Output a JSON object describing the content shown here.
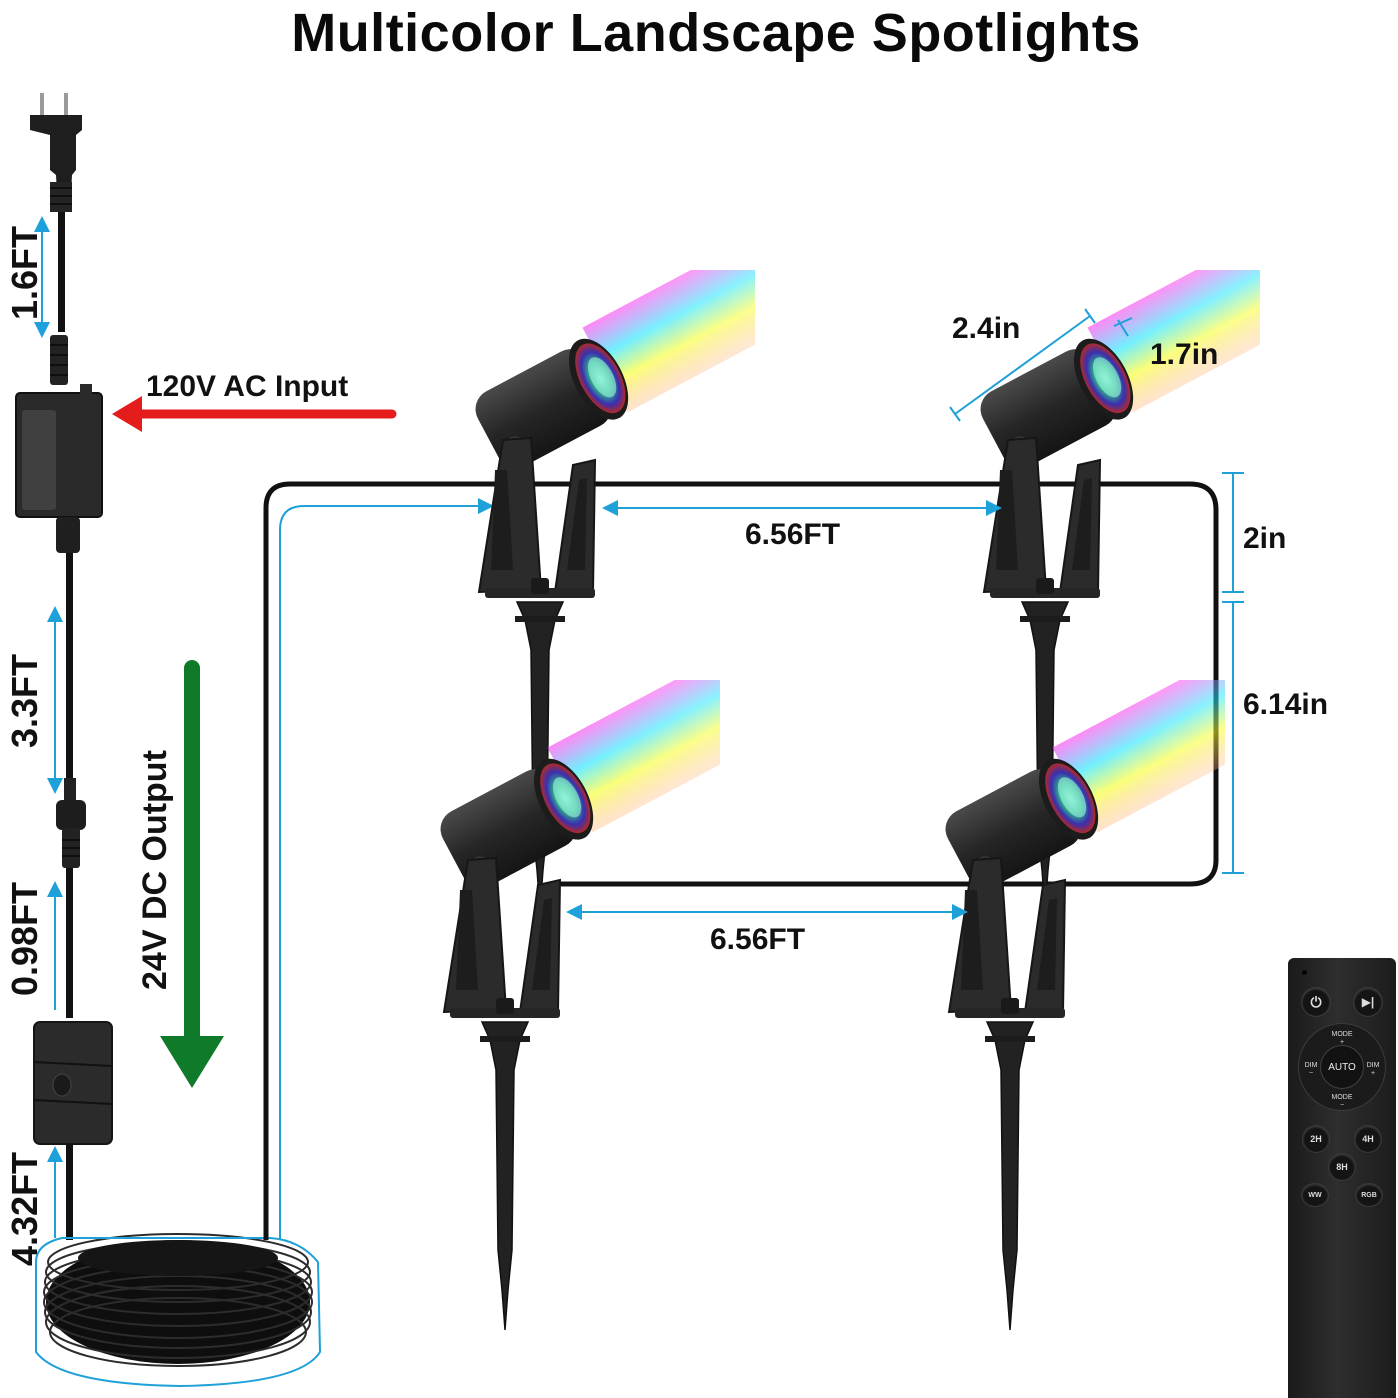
{
  "title": "Multicolor Landscape Spotlights",
  "power_cord": {
    "input_label": "120V AC Input",
    "output_label": "24V DC Output",
    "segments": [
      {
        "label": "1.6FT",
        "part": "plug-to-adapter"
      },
      {
        "label": "3.3FT",
        "part": "adapter-to-connector"
      },
      {
        "label": "0.98FT",
        "part": "connector-to-receiver"
      },
      {
        "label": "4.32FT",
        "part": "receiver-to-coil"
      }
    ]
  },
  "dimensions": {
    "spacing_top": "6.56FT",
    "spacing_bottom": "6.56FT",
    "lamp_length": "2.4in",
    "lens_diameter": "1.7in",
    "bracket_height": "2in",
    "stake_height": "6.14in"
  },
  "remote": {
    "buttons": {
      "power": "power-icon",
      "play": "play-next-icon",
      "mode_up": "MODE +",
      "mode_down": "MODE −",
      "dim_down": "DIM −",
      "dim_up": "DIM +",
      "auto": "AUTO",
      "timer_2h": "2H",
      "timer_4h": "4H",
      "timer_8h": "8H",
      "ww": "WW",
      "rgb": "RGB"
    }
  },
  "colors": {
    "input_arrow": "#e41c1c",
    "output_arrow": "#0f7a2a",
    "dimension_line": "#1ea0d8",
    "cable": "#111111",
    "beam": [
      "#ff3df0",
      "#22e6ff",
      "#f7ff2a",
      "#ffb37a"
    ]
  }
}
